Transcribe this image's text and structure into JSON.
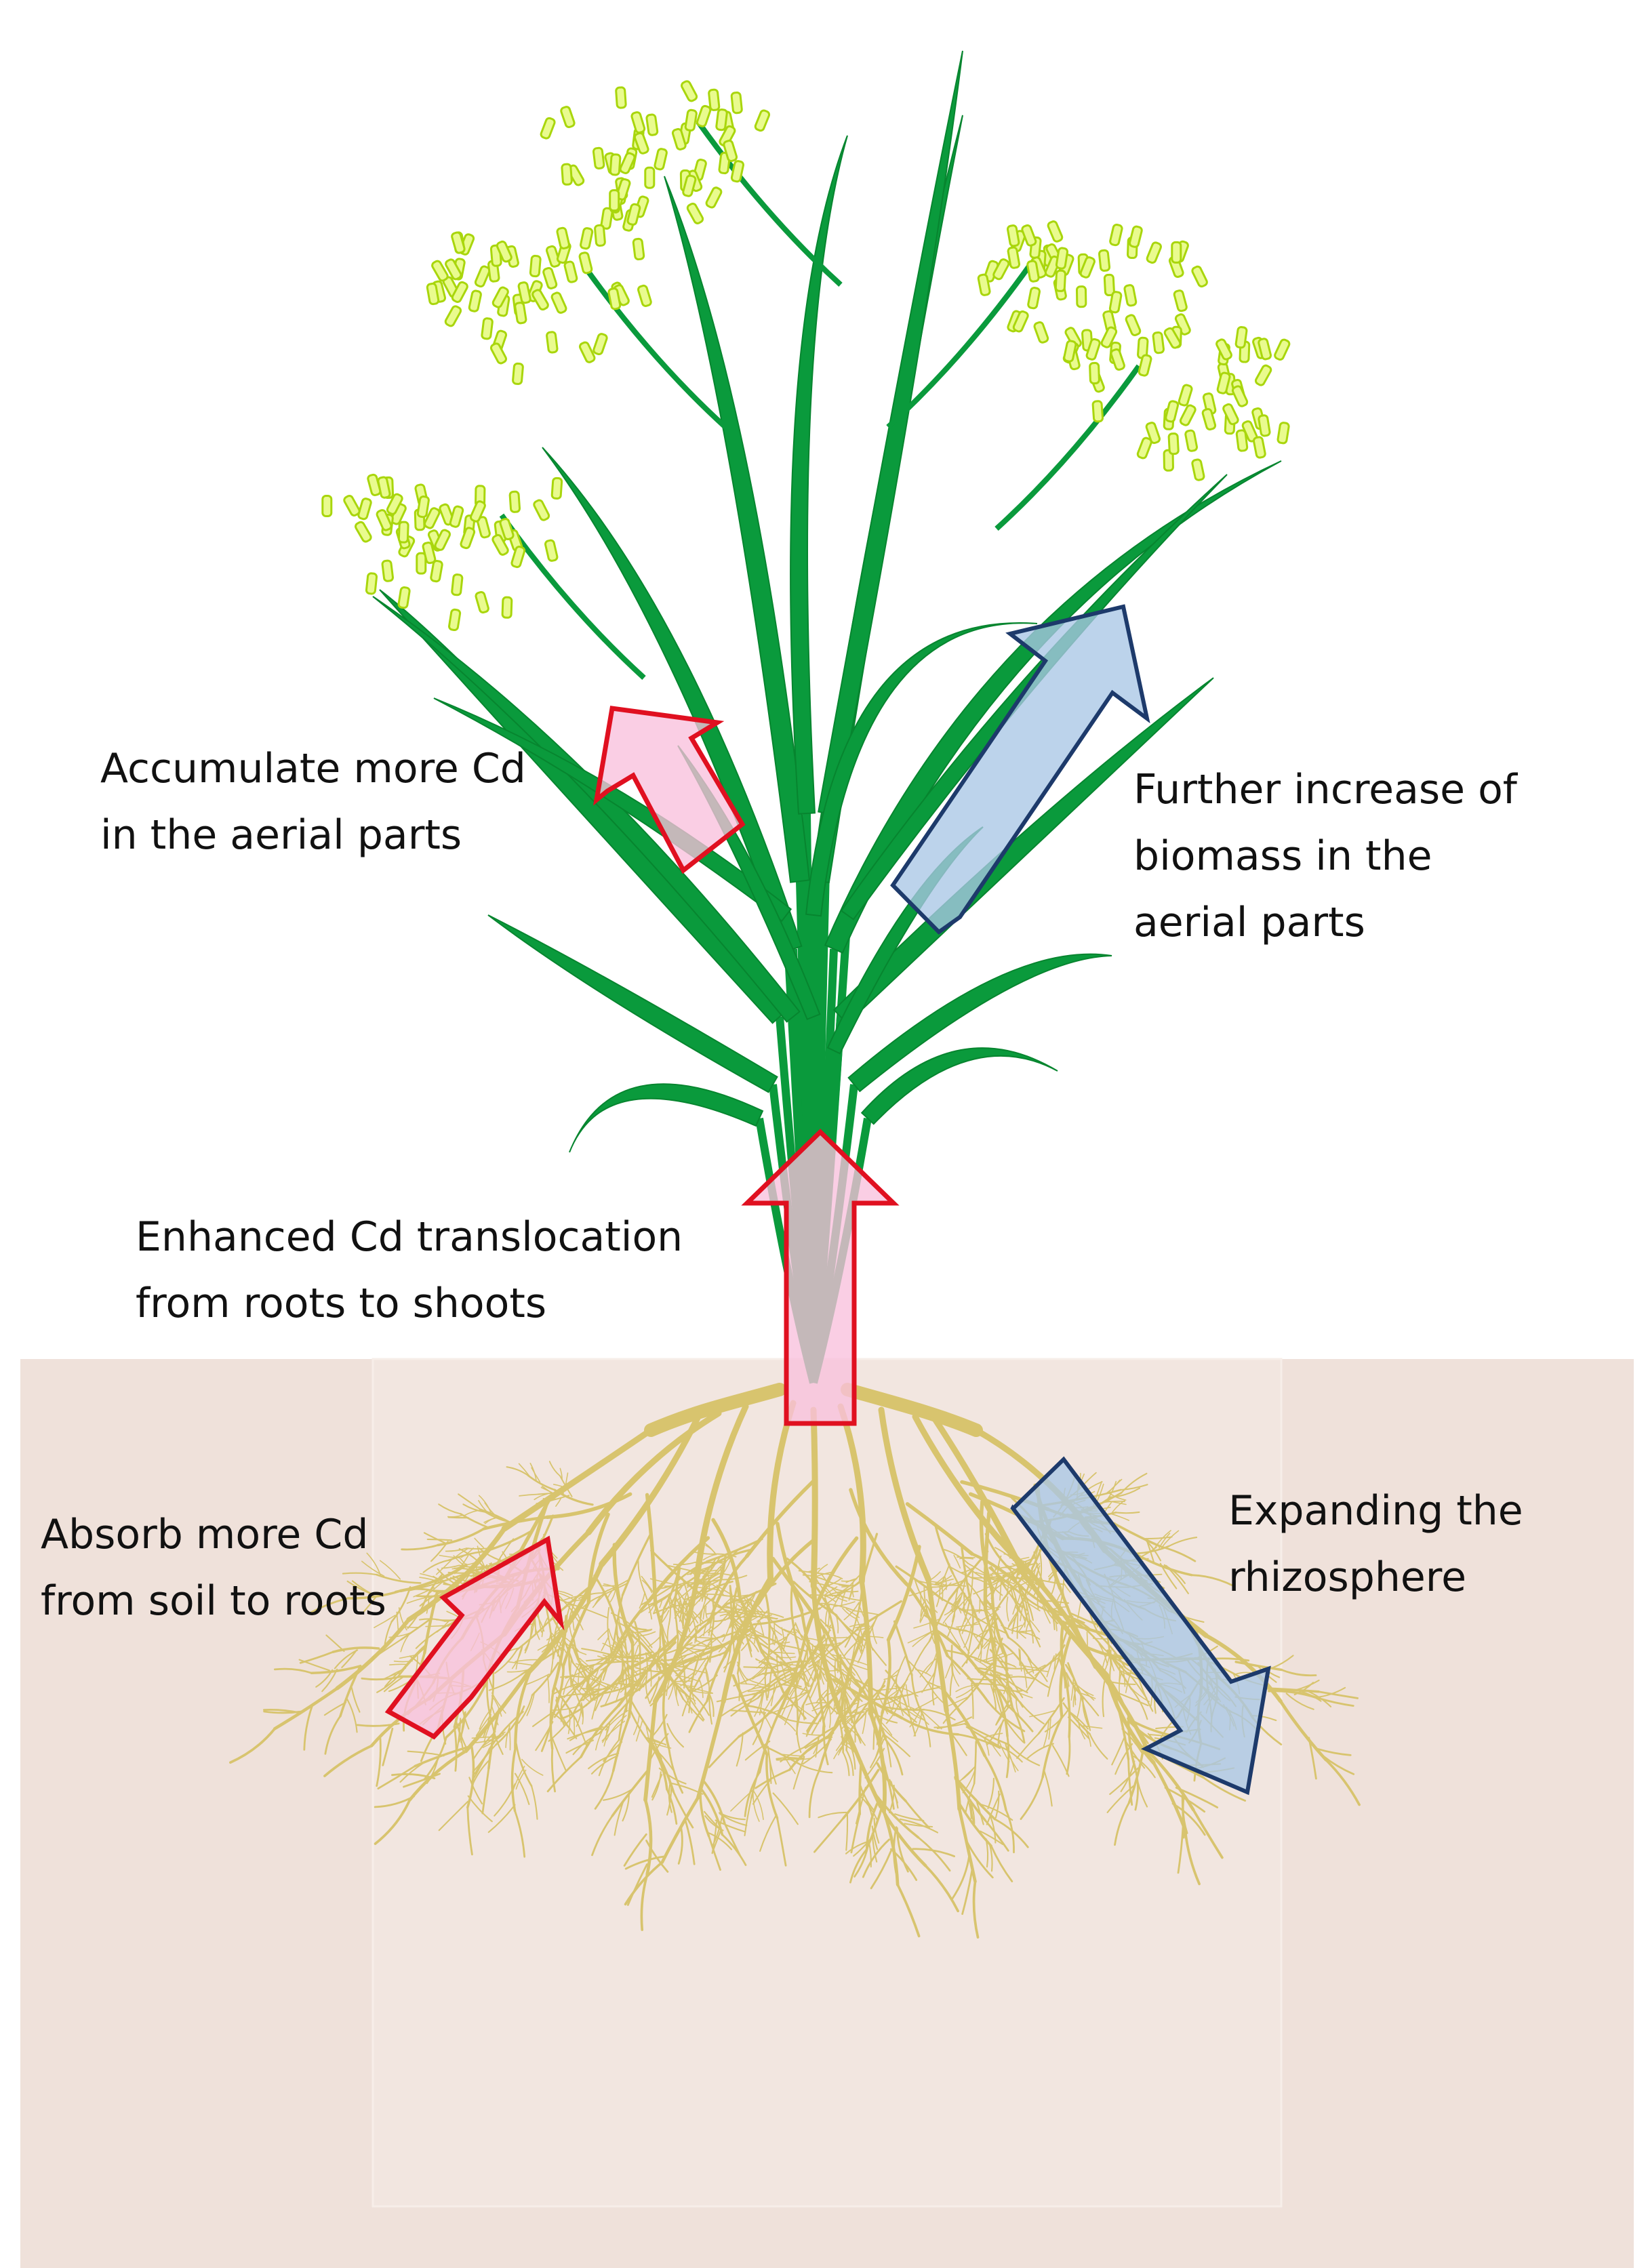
{
  "colors": {
    "soil": "#efe1da",
    "soil_inner": "#f2e6e0",
    "leaf": "#0a9a3c",
    "leaf_dark": "#07852f",
    "grain_fill": "#e9fb8e",
    "grain_stroke": "#a9d60c",
    "root": "#d8c46e",
    "red_arrow_fill": "#f8c0dc",
    "red_arrow_stroke": "#e01020",
    "blue_arrow_fill": "#a9c6e6",
    "blue_arrow_stroke": "#1d3a6b"
  },
  "labels": {
    "accumulate": {
      "line1": "Accumulate more Cd",
      "line2": "in the aerial parts"
    },
    "biomass": {
      "line1": "Further increase of",
      "line2": "biomass in the",
      "line3": "aerial parts"
    },
    "translocation": {
      "line1": "Enhanced Cd translocation",
      "line2": "from roots to shoots"
    },
    "absorb": {
      "line1": "Absorb more Cd",
      "line2": "from soil to roots"
    },
    "rhizosphere": {
      "line1": "Expanding the",
      "line2": "rhizosphere"
    }
  },
  "arrows": [
    {
      "name": "translocation-arrow",
      "kind": "red"
    },
    {
      "name": "accumulate-arrow",
      "kind": "red"
    },
    {
      "name": "absorb-arrow",
      "kind": "red"
    },
    {
      "name": "biomass-arrow",
      "kind": "blue"
    },
    {
      "name": "rhizosphere-arrow",
      "kind": "blue"
    }
  ]
}
